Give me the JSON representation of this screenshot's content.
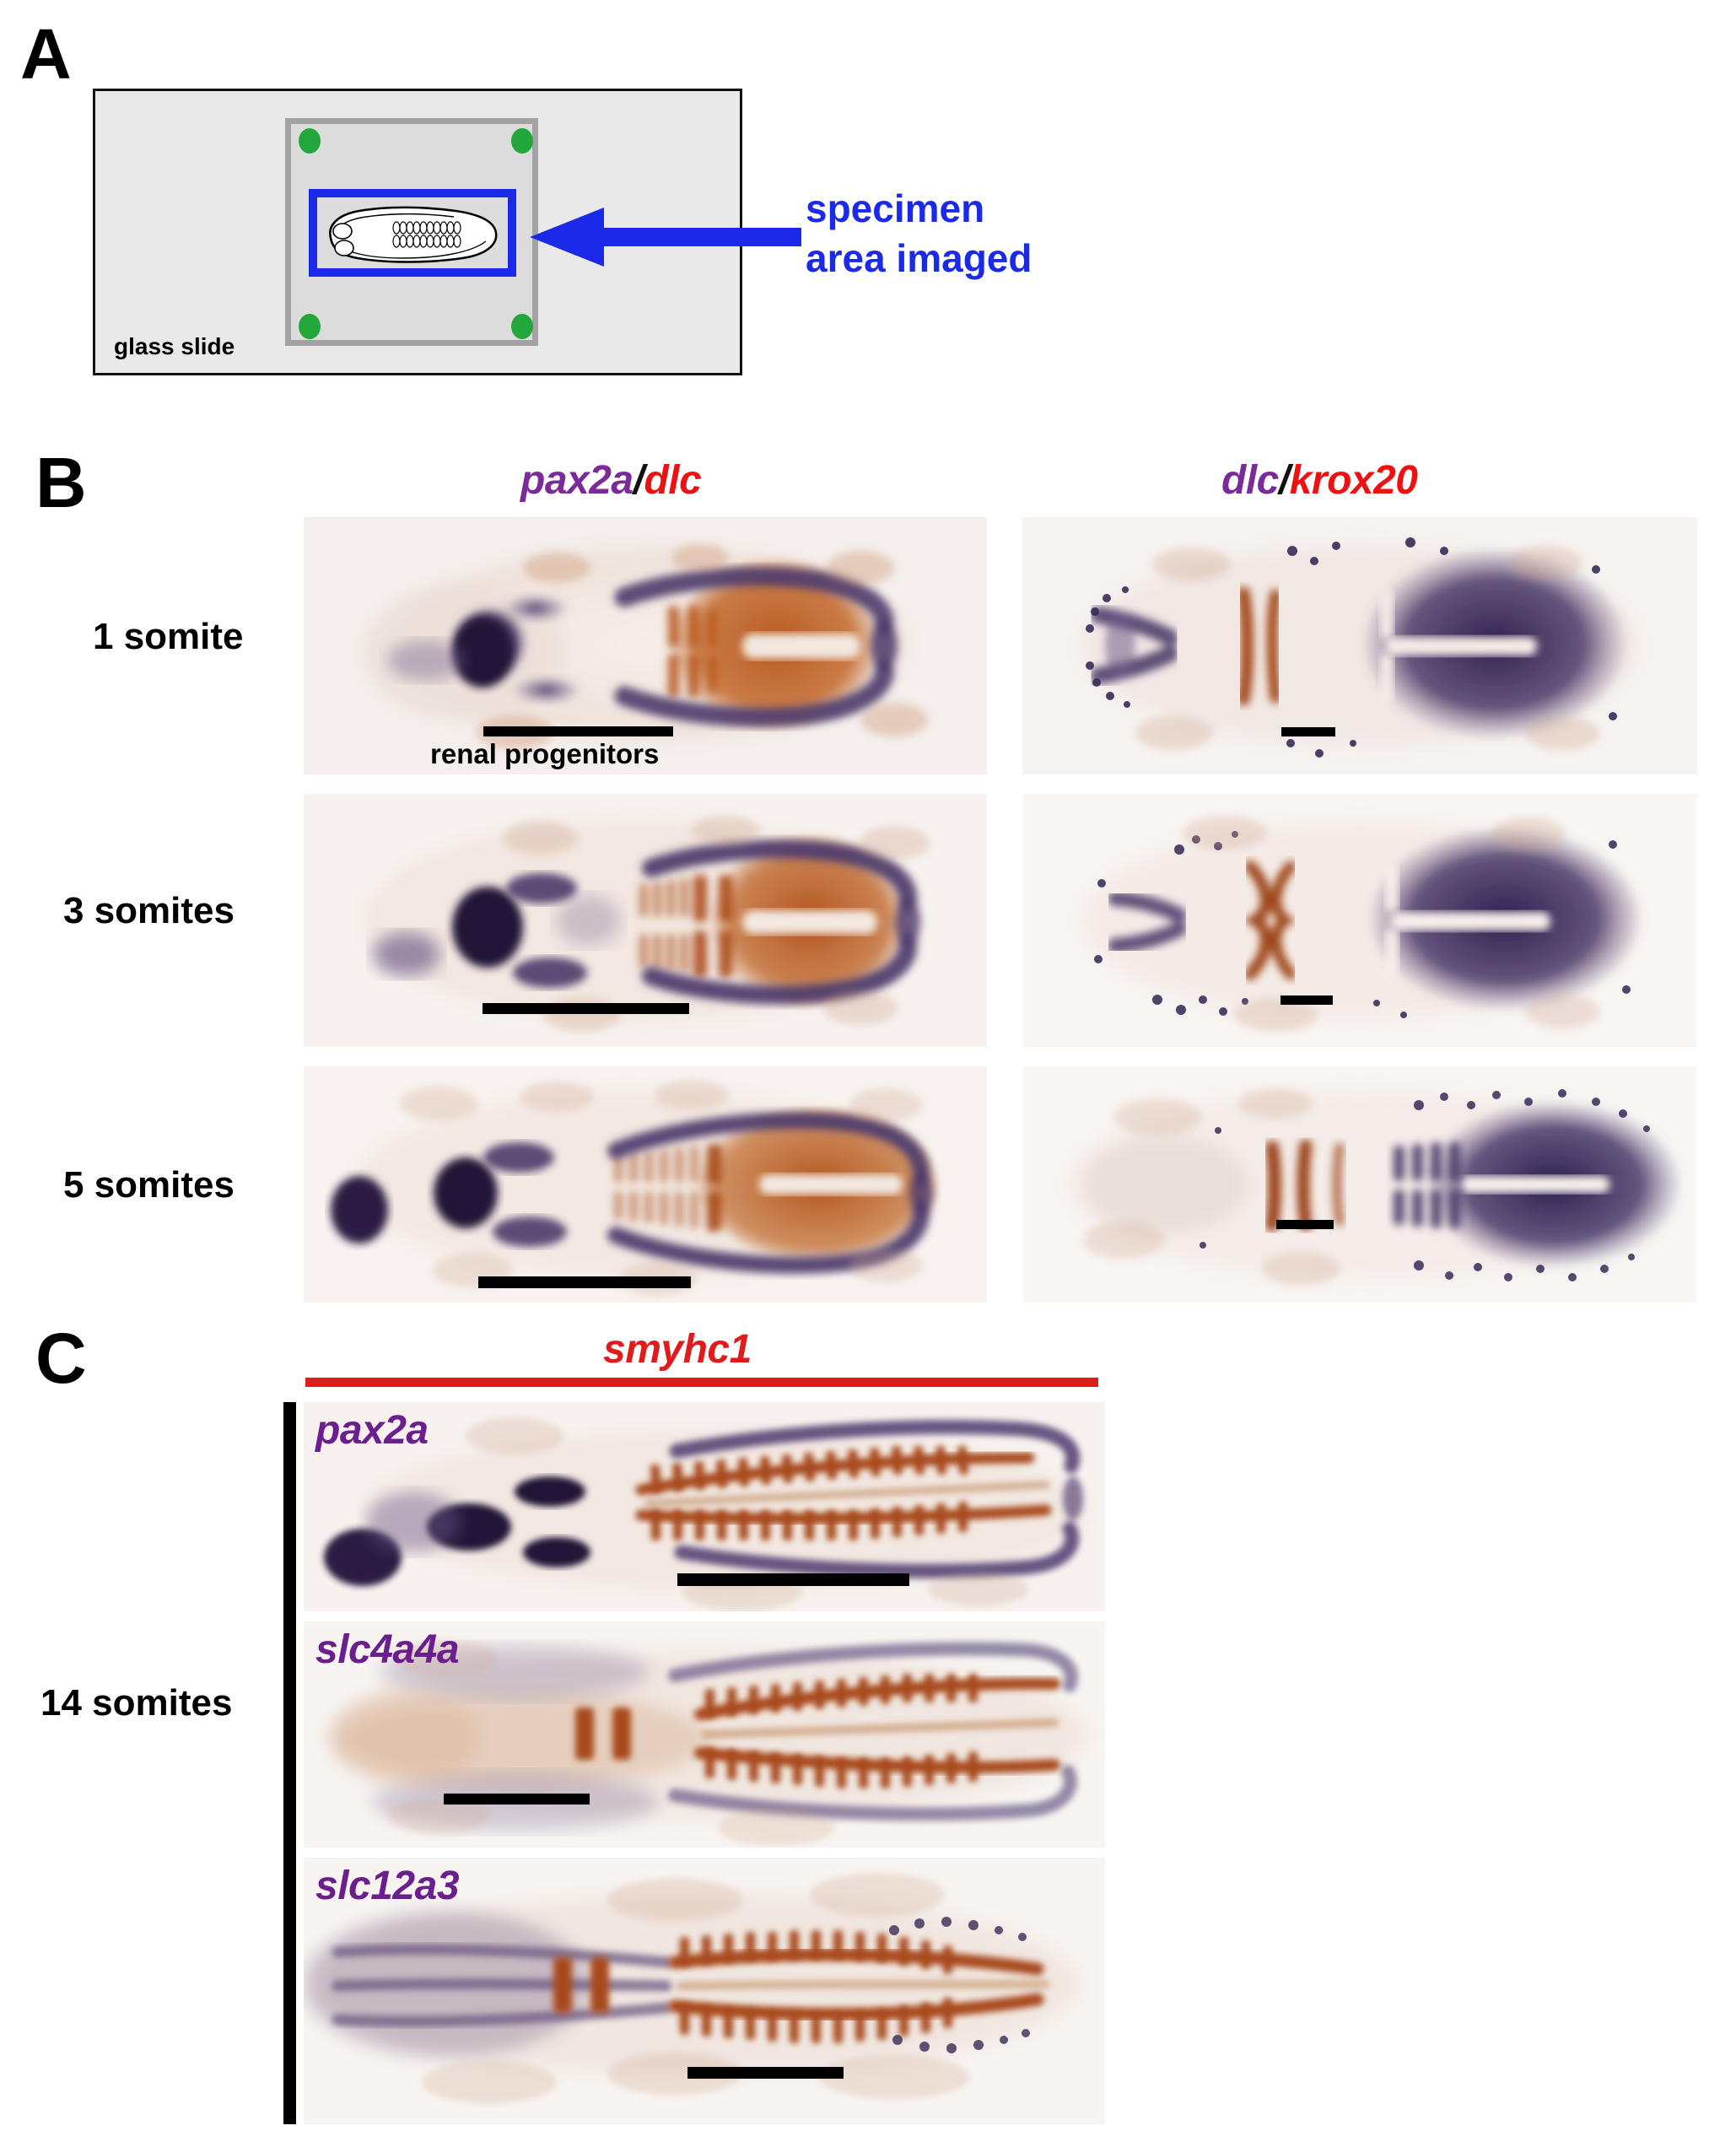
{
  "figure": {
    "panels": [
      "A",
      "B",
      "C"
    ]
  },
  "panel_a": {
    "letter": "A",
    "slide_label": "glass slide",
    "annotation_line1": "specimen",
    "annotation_line2": "area imaged",
    "icons": {
      "arrow": "left-arrow-icon",
      "embryo": "embryo-sketch-icon",
      "mounting_dot": "green-dot-icon"
    },
    "colors": {
      "annotation": "#1a2ae8",
      "imaged_box": "#1a2ae8",
      "mounting_dot": "#22a83a",
      "slide_fill": "#e9e9e9",
      "coverslip_fill": "#dcdcdc",
      "coverslip_border": "#a2a2a2"
    }
  },
  "panel_b": {
    "letter": "B",
    "columns": [
      {
        "gene1": "pax2a",
        "separator": "/",
        "gene2": "dlc",
        "gene1_color": "#7a2a99",
        "gene2_color": "#ee1111"
      },
      {
        "gene1": "dlc",
        "separator": "/",
        "gene2": "krox20",
        "gene1_color": "#7a2a99",
        "gene2_color": "#ee1111"
      }
    ],
    "rows": [
      {
        "label": "1 somite"
      },
      {
        "label": "3 somites"
      },
      {
        "label": "5 somites"
      }
    ],
    "annotation": {
      "renal_progenitors": "renal progenitors"
    }
  },
  "panel_c": {
    "letter": "C",
    "header_gene": "smyhc1",
    "header_color": "#e01b1b",
    "row_label": "14 somites",
    "rows": [
      {
        "gene": "pax2a"
      },
      {
        "gene": "slc4a4a"
      },
      {
        "gene": "slc12a3"
      }
    ],
    "gene_label_color": "#6b1f8f"
  }
}
